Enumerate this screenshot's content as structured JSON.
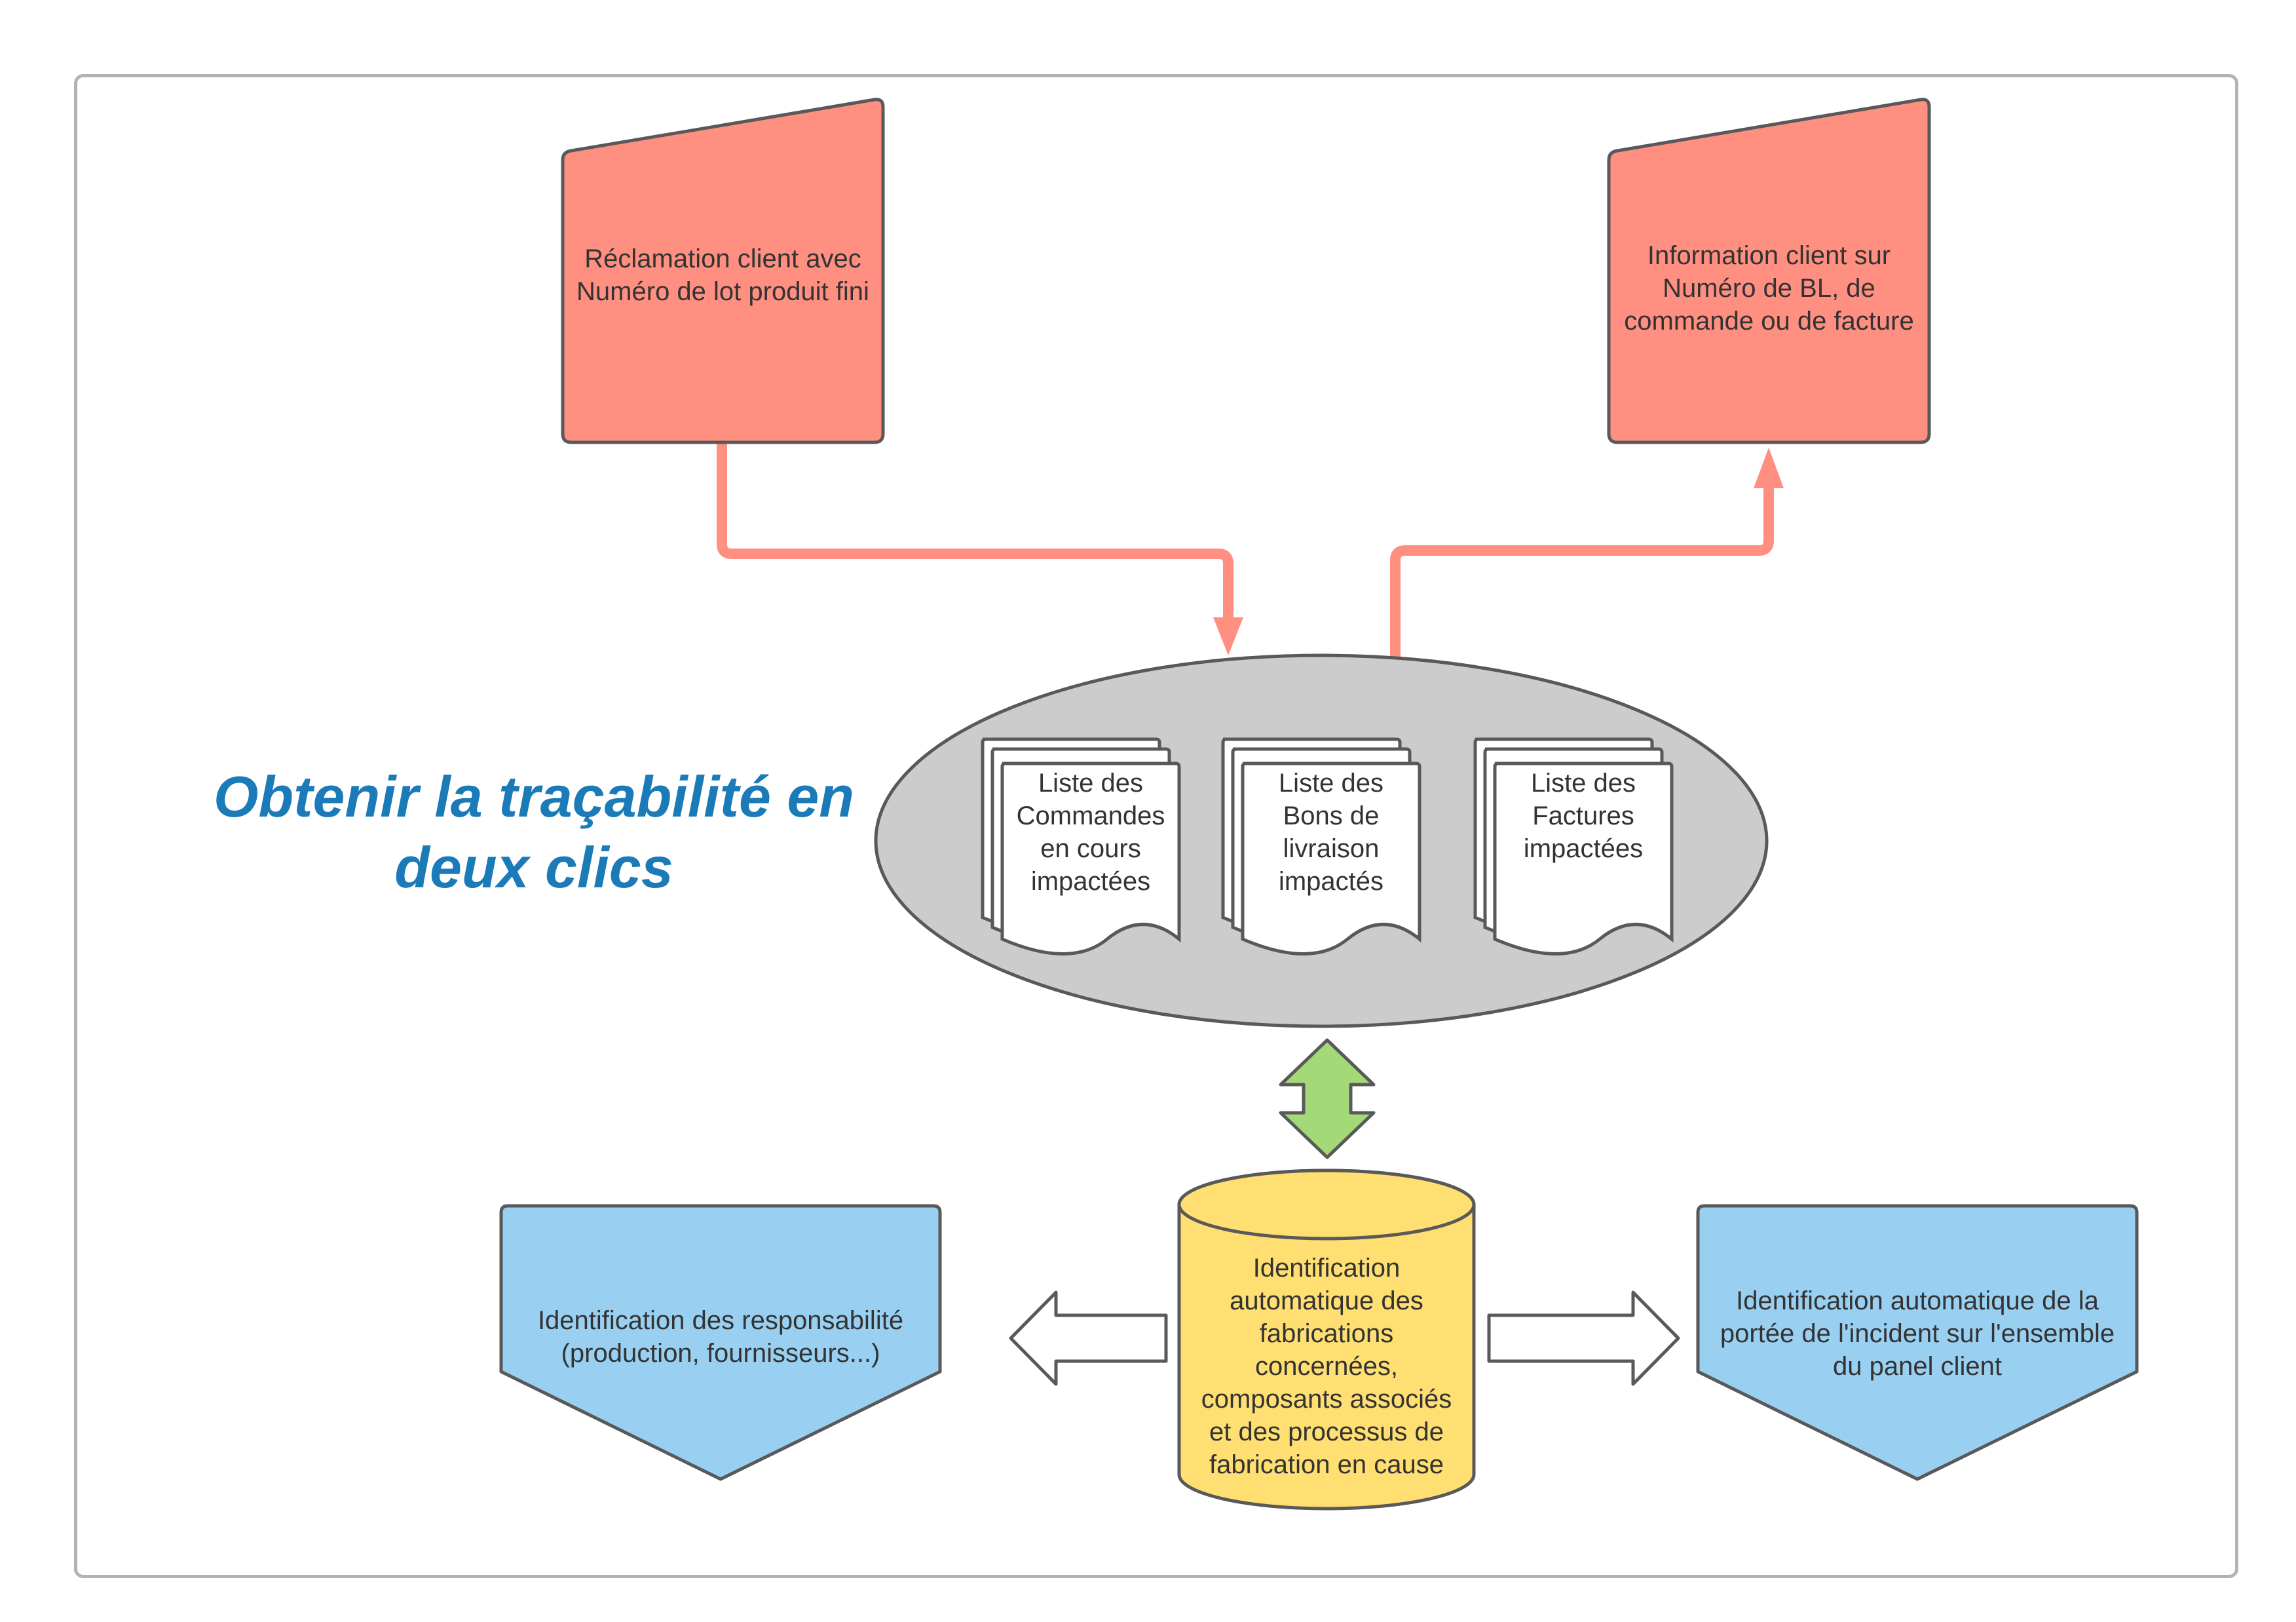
{
  "title": {
    "line1": "Obtenir la traçabilité en",
    "line2": "deux clics"
  },
  "input_box": {
    "lines": [
      "Réclamation client avec",
      "Numéro de lot produit fini"
    ]
  },
  "output_box": {
    "lines": [
      "Information client sur",
      "Numéro de BL,  de",
      "commande ou de facture"
    ]
  },
  "documents": [
    {
      "lines": [
        "Liste des",
        "Commandes",
        "en cours",
        "impactées"
      ]
    },
    {
      "lines": [
        "Liste des",
        "Bons de",
        "livraison",
        "impactés"
      ]
    },
    {
      "lines": [
        "Liste des",
        "Factures",
        "impactées"
      ]
    }
  ],
  "database": {
    "lines": [
      "Identification",
      "automatique des",
      "fabrications",
      "concernées,",
      "composants associés",
      "et des processus de",
      "fabrication en cause"
    ]
  },
  "left_result": {
    "lines": [
      "Identification des responsabilité",
      "(production, fournisseurs...)"
    ]
  },
  "right_result": {
    "lines": [
      "Identification automatique de la",
      "portée de l'incident sur l'ensemble",
      "du panel client"
    ]
  },
  "colors": {
    "input_fill": "#ff8f80",
    "flow_arrow": "#ff8f80",
    "ellipse_fill": "#cccccc",
    "database_fill": "#ffdf71",
    "result_fill": "#99d0f2",
    "double_arrow": "#a4d977",
    "title": "#1b7ab8",
    "stroke": "#595959"
  }
}
